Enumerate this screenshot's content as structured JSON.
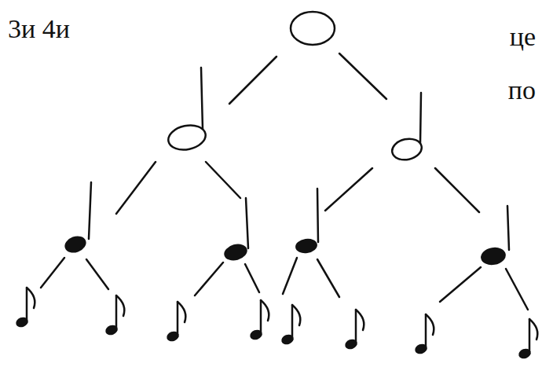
{
  "diagram": {
    "labels": [
      "3и 4и",
      "це",
      "по"
    ]
  }
}
